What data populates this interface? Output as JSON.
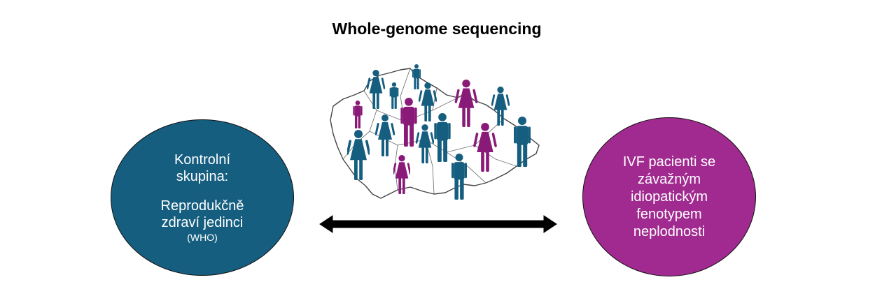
{
  "title": "Whole-genome sequencing",
  "left_circle": {
    "line1": "Kontrolní",
    "line2": "skupina:",
    "line3": "Reprodukčně",
    "line4": "zdraví jedinci",
    "sub": "(WHO)",
    "color": "#155e80"
  },
  "right_circle": {
    "line1": "IVF pacienti se",
    "line2": "závažným",
    "line3": "idiopatickým",
    "line4": "fenotypem",
    "line5": "neplodnosti",
    "color": "#a12a90"
  },
  "figure_colors": {
    "teal": "#155e80",
    "purple": "#8a1a78"
  },
  "icons": [
    "czech-map-icon",
    "person-icon",
    "double-arrow-icon"
  ]
}
